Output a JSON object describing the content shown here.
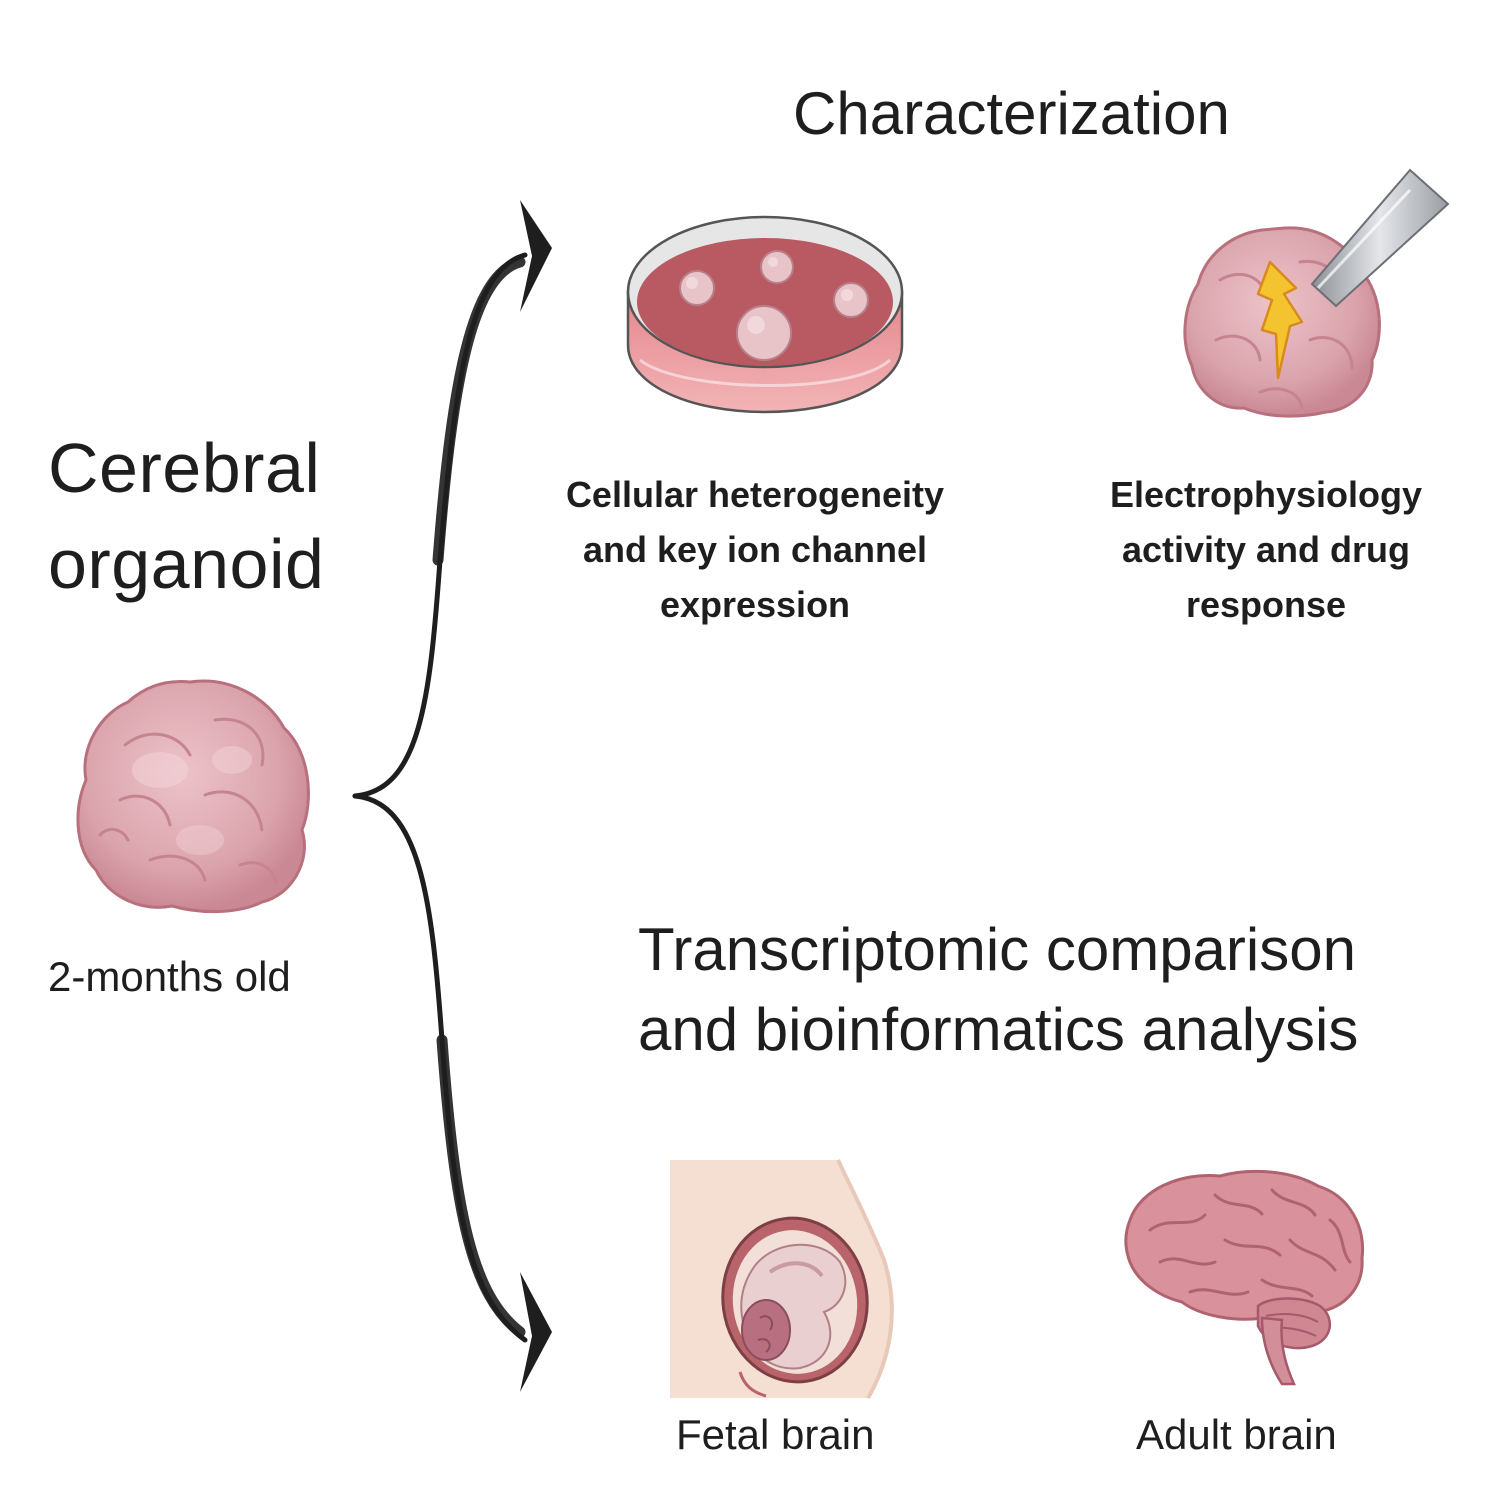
{
  "organoid": {
    "title_lines": [
      "Cerebral",
      "organoid"
    ],
    "age": "2-months old"
  },
  "characterization": {
    "heading": "Characterization",
    "left_caption_lines": [
      "Cellular heterogeneity",
      "and key ion channel",
      "expression"
    ],
    "right_caption_lines": [
      "Electrophysiology",
      "activity and drug",
      "response"
    ]
  },
  "transcriptomic": {
    "heading_lines": [
      "Transcriptomic comparison",
      "and bioinformatics analysis"
    ],
    "fetal_label": "Fetal brain",
    "adult_label": "Adult brain"
  },
  "colors": {
    "organoid_fill": "#dba4ad",
    "organoid_stroke": "#b8707c",
    "dish_medium": "#b95a62",
    "arrow": "#1e1e1e",
    "bolt": "#f4c430",
    "skin": "#f5dfd3",
    "brain_fill": "#d9919b"
  }
}
